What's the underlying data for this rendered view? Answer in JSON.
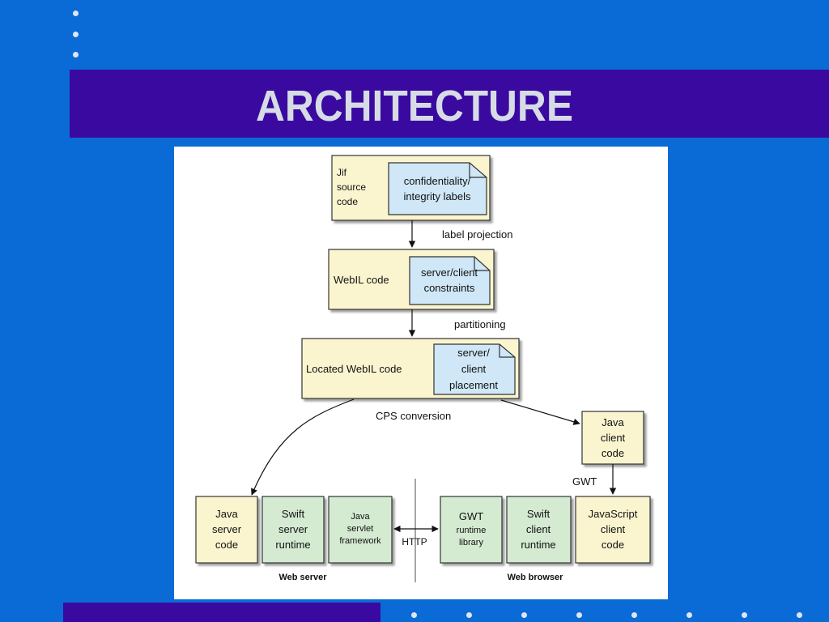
{
  "slide": {
    "title": "ARCHITECTURE",
    "colors": {
      "background": "#0b6bd6",
      "band": "#3a0aa0",
      "title_text": "#d6dbe6",
      "dots": "#dfe6f2"
    }
  },
  "diagram": {
    "colors": {
      "code_box": "#fbf5cf",
      "note_box": "#cfe7f7",
      "runtime_box": "#d4ebd2"
    },
    "nodes": {
      "jif_source": [
        "Jif",
        "source",
        "code"
      ],
      "conf_labels": [
        "confidentiality/",
        "integrity labels"
      ],
      "webil": "WebIL code",
      "server_client_constraints": [
        "server/client",
        "constraints"
      ],
      "located_webil": "Located WebIL code",
      "placement": [
        "server/",
        "client",
        "placement"
      ],
      "java_client": [
        "Java",
        "client",
        "code"
      ],
      "java_server": [
        "Java",
        "server",
        "code"
      ],
      "swift_server": [
        "Swift",
        "server",
        "runtime"
      ],
      "servlet": [
        "Java",
        "servlet",
        "framework"
      ],
      "gwt_runtime": [
        "GWT",
        "runtime",
        "library"
      ],
      "swift_client": [
        "Swift",
        "client",
        "runtime"
      ],
      "javascript_client": [
        "JavaScript",
        "client",
        "code"
      ]
    },
    "edges": {
      "label_projection": "label projection",
      "partitioning": "partitioning",
      "cps_conversion": "CPS conversion",
      "gwt": "GWT",
      "http": "HTTP"
    },
    "groups": {
      "web_server": "Web server",
      "web_browser": "Web browser"
    }
  }
}
